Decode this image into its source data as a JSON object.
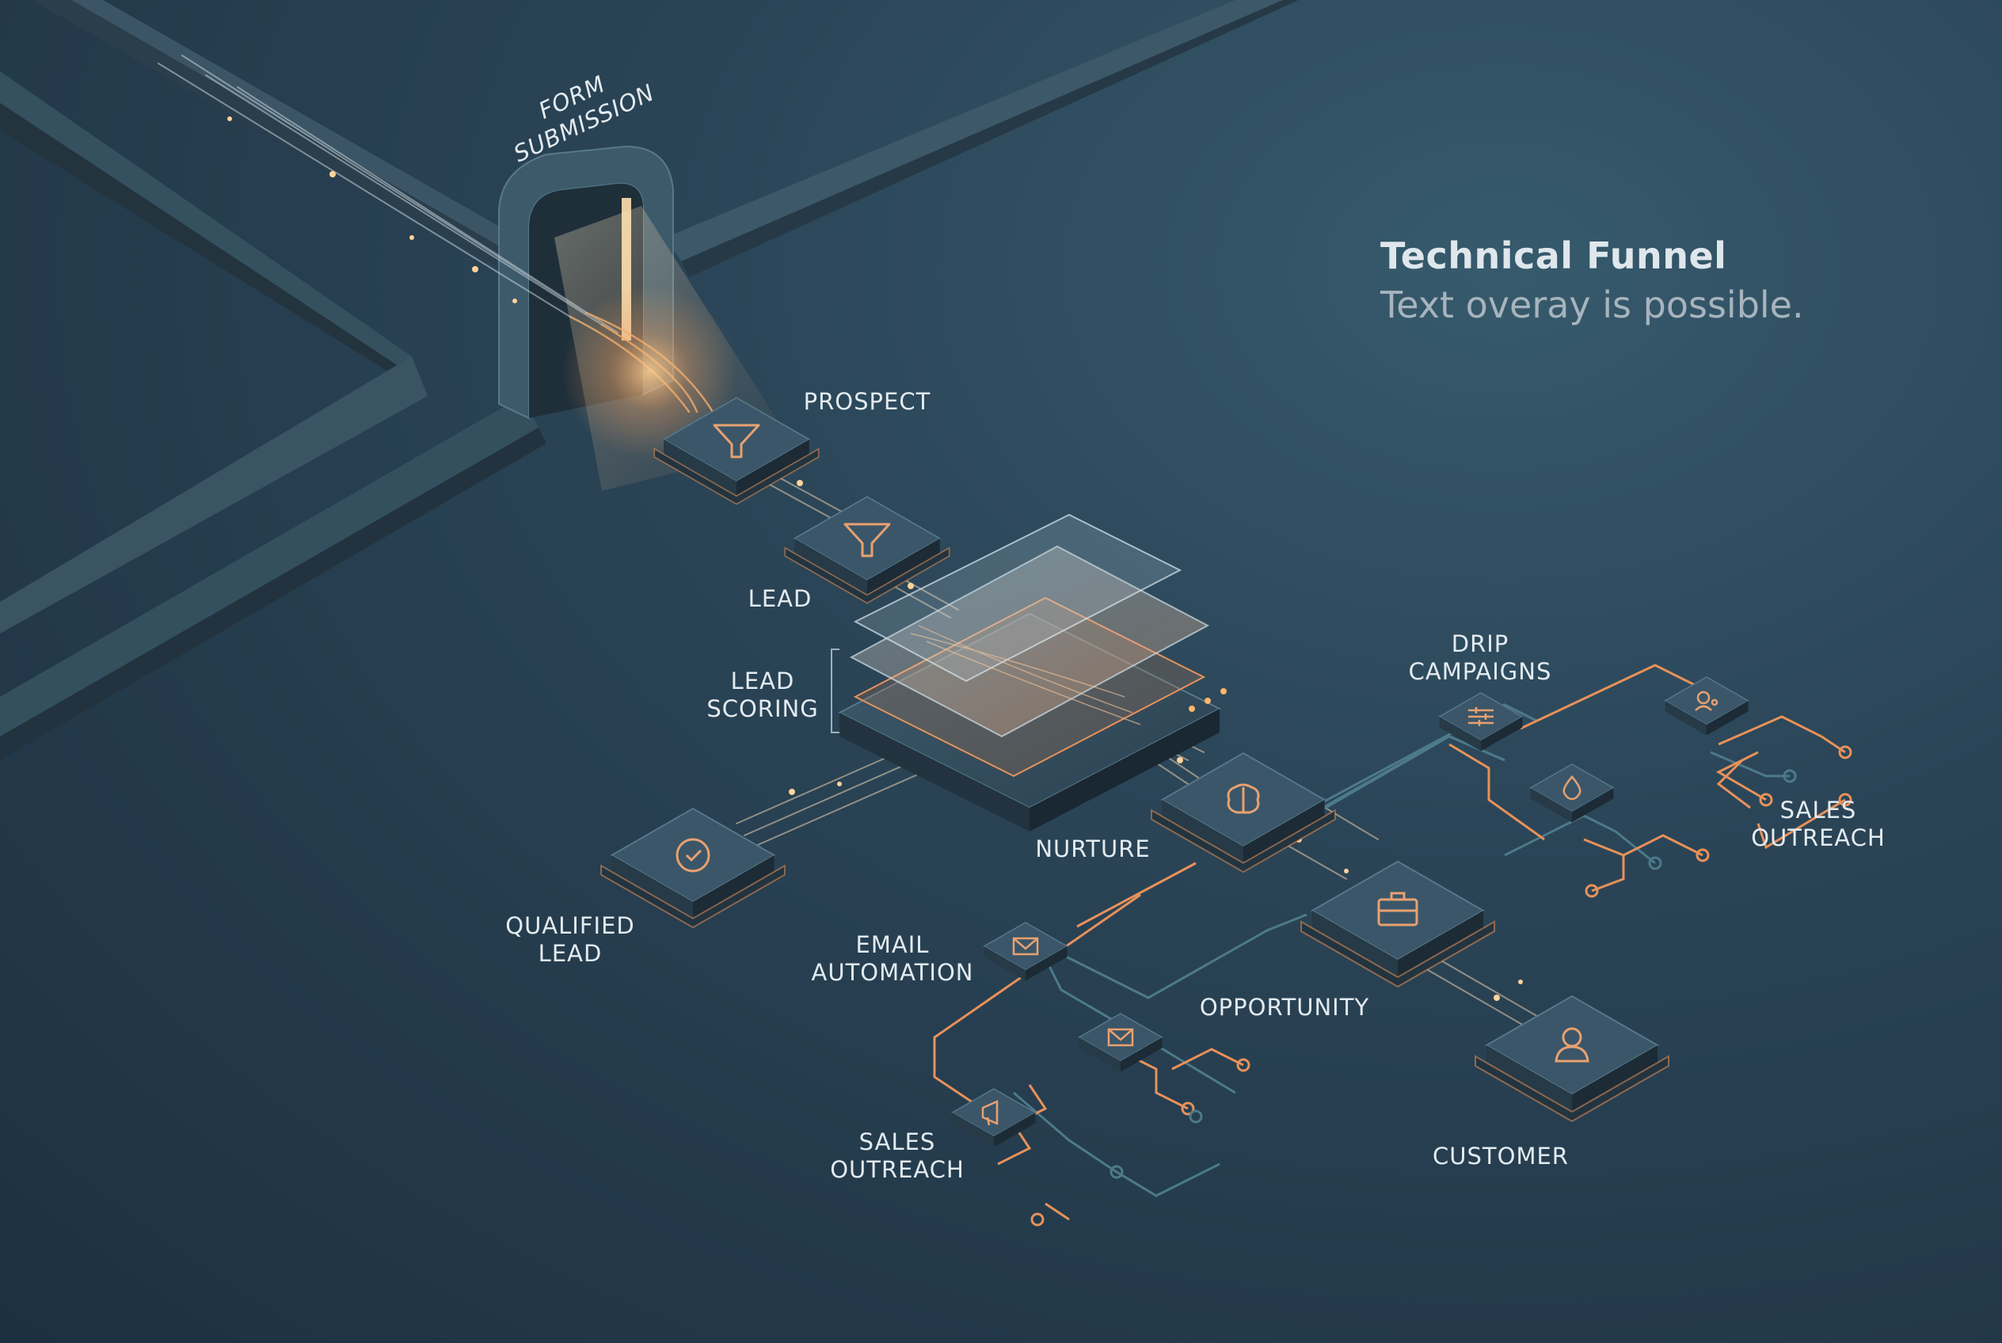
{
  "header": {
    "title": "Technical Funnel",
    "subtitle": "Text overay is possible."
  },
  "labels": {
    "form_submission": [
      "FORM",
      "SUBMISSION"
    ],
    "prospect": "PROSPECT",
    "lead": "LEAD",
    "lead_scoring": [
      "LEAD",
      "SCORING"
    ],
    "qualified_lead": [
      "QUALIFIED",
      "LEAD"
    ],
    "nurture": "NURTURE",
    "email_automation": [
      "EMAIL",
      "AUTOMATION"
    ],
    "opportunity": "OPPORTUNITY",
    "customer": "CUSTOMER",
    "drip_campaigns": [
      "DRIP",
      "CAMPAIGNS"
    ],
    "sales_outreach_right": [
      "SALES",
      "OUTREACH"
    ],
    "sales_outreach_bottom": [
      "SALES",
      "OUTREACH"
    ]
  },
  "icons": {
    "prospect": "funnel-icon",
    "lead": "funnel-icon",
    "qualified_lead": "check-clock-icon",
    "nurture": "brain-icon",
    "opportunity": "briefcase-icon",
    "customer": "user-icon",
    "email_automation": "envelope-icon",
    "drip_campaigns": "sliders-icon",
    "sales_outreach": "megaphone-icon"
  },
  "colors": {
    "accent": "#e8915a",
    "glow": "#ffd49a",
    "tile_top": "#3a5568",
    "tile_side": "#22333f",
    "wire_teal": "#4d7a88",
    "label": "#e3ebf0"
  }
}
